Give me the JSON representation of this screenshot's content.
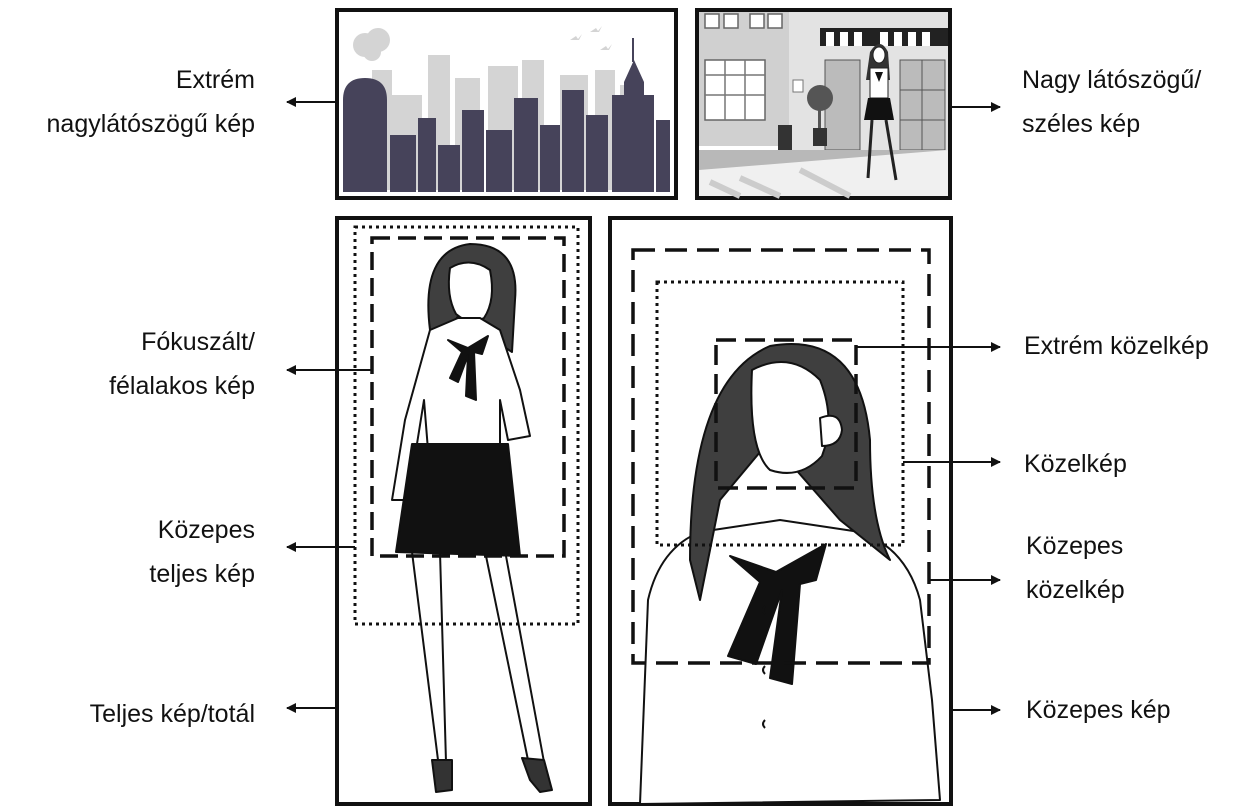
{
  "labels": {
    "extreme_wide": [
      "Extrém",
      "nagylátószögű kép"
    ],
    "wide": [
      "Nagy látószögű/",
      "széles kép"
    ],
    "focused_half": [
      "Fókuszált/",
      "félalakos kép"
    ],
    "medium_full": [
      "Közepes",
      "teljes kép"
    ],
    "full_shot": "Teljes kép/totál",
    "extreme_closeup": "Extrém közelkép",
    "closeup": "Közelkép",
    "medium_closeup": [
      "Közepes",
      "közelkép"
    ],
    "medium_shot": "Közepes kép"
  },
  "colors": {
    "ink": "#111111",
    "city_dark": "#46435a",
    "city_light": "#d6d6d6",
    "hair": "#3f3f3f",
    "street_grey": "#9a9a9a"
  }
}
